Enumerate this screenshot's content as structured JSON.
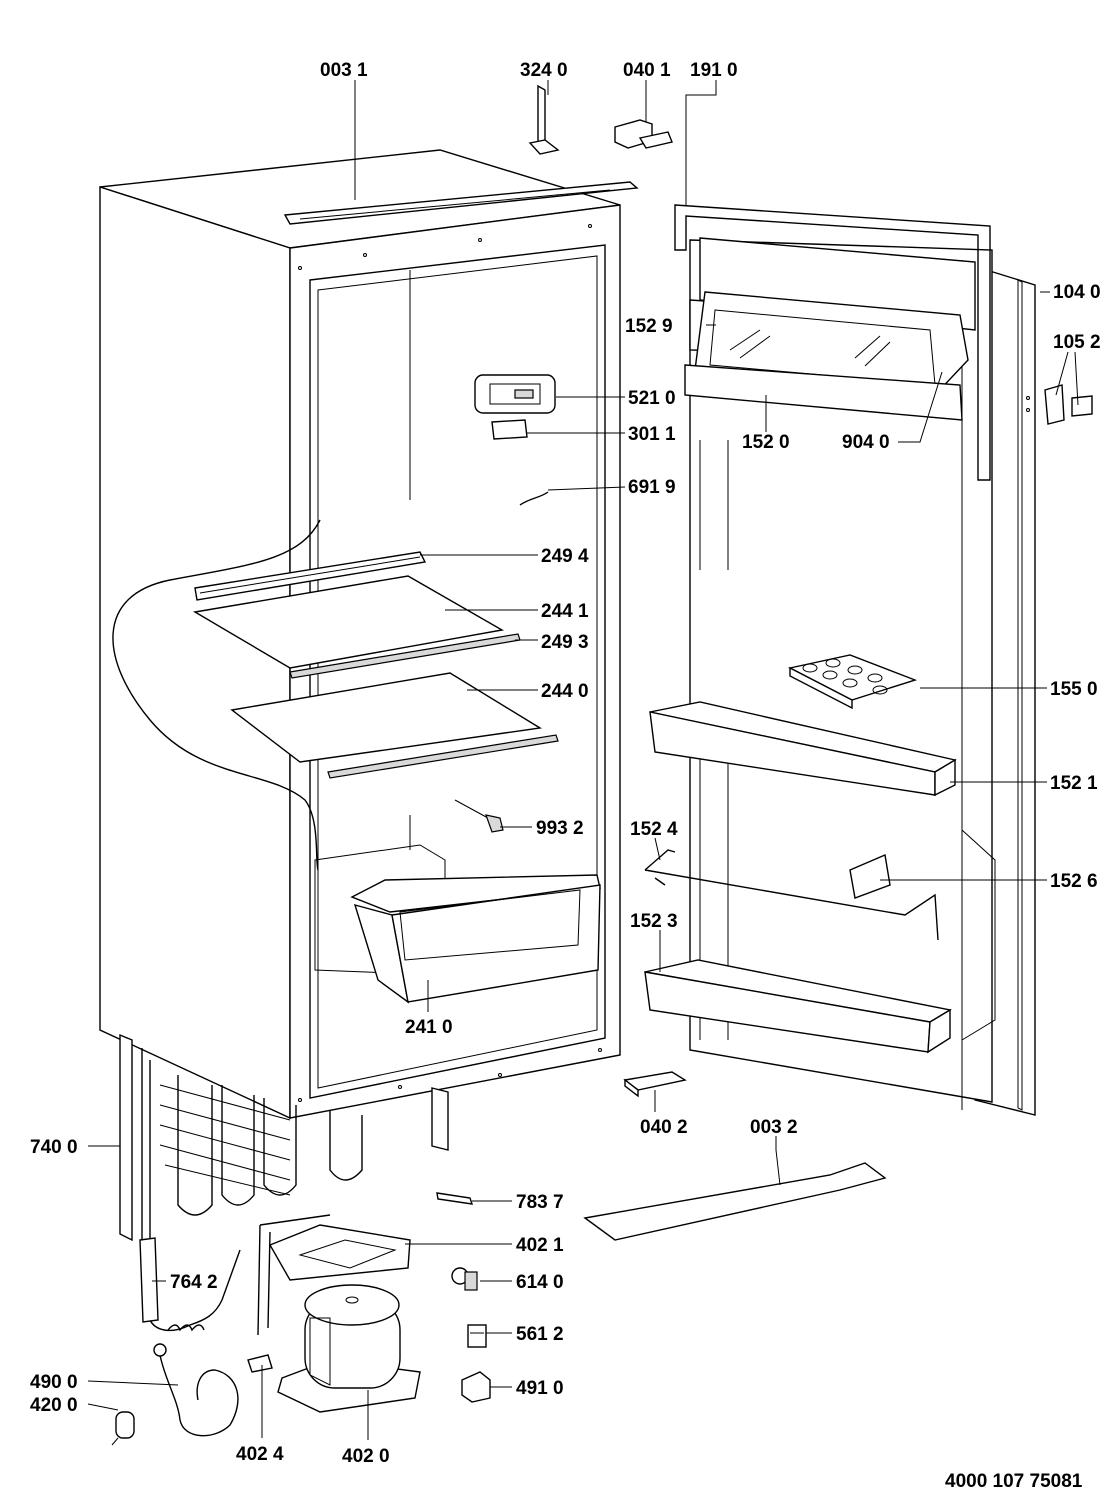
{
  "document_number": "4000 107 75081",
  "labels": {
    "l0031": "003 1",
    "l3240": "324 0",
    "l0401": "040 1",
    "l1910": "191 0",
    "l1040": "104 0",
    "l1529": "152 9",
    "l1052": "105 2",
    "l5210": "521 0",
    "l1520": "152 0",
    "l9040": "904 0",
    "l3011": "301 1",
    "l6919": "691 9",
    "l2494": "249 4",
    "l2441": "244 1",
    "l2493": "249 3",
    "l2440": "244 0",
    "l1550": "155 0",
    "l1521": "152 1",
    "l9932": "993 2",
    "l1524": "152 4",
    "l1526": "152 6",
    "l1523": "152 3",
    "l2410": "241 0",
    "l0402": "040 2",
    "l0032": "003 2",
    "l7400": "740 0",
    "l7837": "783 7",
    "l4021": "402 1",
    "l7642": "764 2",
    "l6140": "614 0",
    "l5612": "561 2",
    "l4910": "491 0",
    "l4900": "490 0",
    "l4200": "420 0",
    "l4024": "402 4",
    "l4020": "402 0"
  }
}
